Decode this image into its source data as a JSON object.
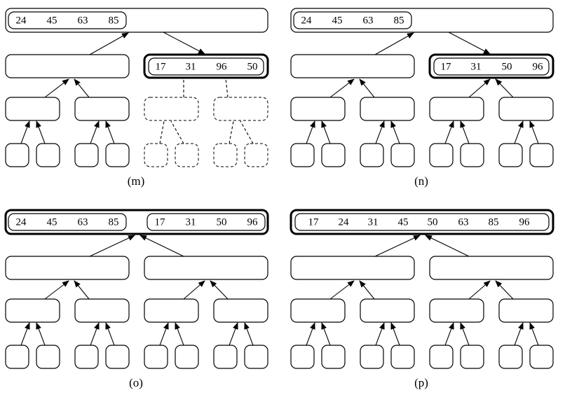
{
  "panels": [
    {
      "id": "m",
      "caption": "(m)",
      "root": {
        "left": [
          "24",
          "45",
          "63",
          "85"
        ],
        "right": [],
        "bold": false
      },
      "mid": {
        "right": [
          "17",
          "31",
          "96",
          "50"
        ],
        "right_bold": true
      },
      "dashed_right_subtree": true,
      "active_arrow": "root-to-right"
    },
    {
      "id": "n",
      "caption": "(n)",
      "root": {
        "left": [
          "24",
          "45",
          "63",
          "85"
        ],
        "right": [],
        "bold": false
      },
      "mid": {
        "right": [
          "17",
          "31",
          "50",
          "96"
        ],
        "right_bold": true
      },
      "dashed_right_subtree": false,
      "active_arrow": "root-to-right"
    },
    {
      "id": "o",
      "caption": "(o)",
      "root": {
        "left": [
          "24",
          "45",
          "63",
          "85"
        ],
        "right": [
          "17",
          "31",
          "50",
          "96"
        ],
        "bold": true
      },
      "mid": {
        "right": [],
        "right_bold": false
      },
      "dashed_right_subtree": false,
      "active_arrow": "children-to-root"
    },
    {
      "id": "p",
      "caption": "(p)",
      "root": {
        "merged": [
          "17",
          "24",
          "31",
          "45",
          "50",
          "63",
          "85",
          "96"
        ],
        "bold": true
      },
      "mid": {
        "right": [],
        "right_bold": false
      },
      "dashed_right_subtree": false,
      "active_arrow": "children-to-root"
    }
  ]
}
